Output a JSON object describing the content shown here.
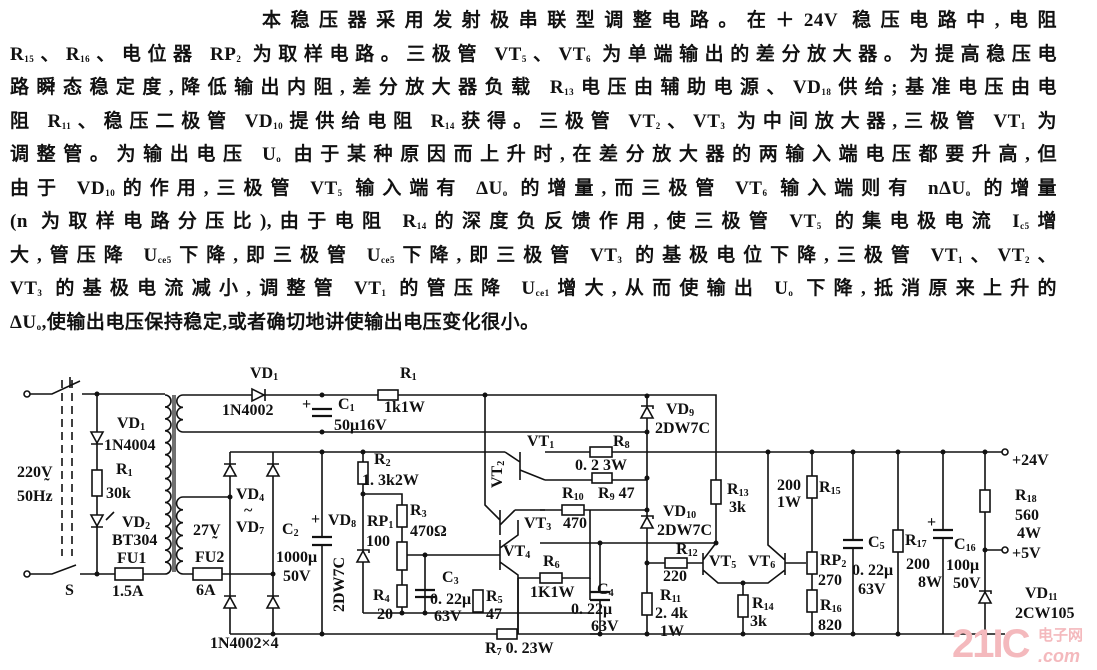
{
  "document": {
    "lines": [
      "本稳压器采用发射极串联型调整电路。在＋24V 稳压电路中,电阻",
      "R{15}、R{16}、电位器 RP{2} 为取样电路。三极管 VT{5}、VT{6} 为单端输出的差分放大器。为提高稳压电",
      "路瞬态稳定度,降低输出内阻,差分放大器负载 R{13}电压由辅助电源、VD{18}供给;基准电压由电",
      "阻 R{11}、稳压二极管 VD{10}提供给电阻 R{14}获得。三极管 VT{2}、VT{3} 为中间放大器,三极管 VT{1} 为",
      "调整管。为输出电压 U{o} 由于某种原因而上升时,在差分放大器的两输入端电压都要升高,但",
      "由于 VD{10}的作用,三极管 VT{5} 输入端有 ΔU{o} 的增量,而三极管 VT{6} 输入端则有 nΔU{o} 的增量",
      "(n 为取样电路分压比),由于电阻 R{14}的深度负反馈作用,使三极管 VT{5} 的集电极电流 I{c5}增",
      "大,管压降 U{ce5}下降,即三极管 U{ce5}下降,即三极管 VT{3} 的基极电位下降,三极管 VT{1}、VT{2}、",
      "VT{3} 的基极电流减小,调整管 VT{1} 的管压降 U{ce1}增大,从而使输出 U{o} 下降,抵消原来上升的",
      "ΔU{o},使输出电压保持稳定,或者确切地讲使输出电压变化很小。"
    ]
  },
  "circuit": {
    "labels": {
      "vd1_top": "VD{1}",
      "vd1_top_part": "1N4002",
      "r1_top": "R{1}",
      "r1_top_val": "1k1W",
      "c1": "C{1}",
      "c1_plus": "+",
      "c1_val": "50μ16V",
      "vd1_left": "VD{1}",
      "vd1_left_part": "1N4004",
      "r1_left": "R{1}",
      "r1_left_val": "30k",
      "mains_v": "220V̰",
      "mains_f": "50Hz",
      "vd2": "VD{2}",
      "vd2_part": "BT304",
      "fu1": "FU1",
      "fu1_val": "1.5A",
      "switch": "S",
      "vd4": "VD{4}",
      "tilde": "~",
      "vd7": "VD{7}",
      "sec_v": "27V̰",
      "fu2": "FU2",
      "fu2_val": "6A",
      "bridge_part": "1N4002×4",
      "c2": "C{2}",
      "c2_plus": "+",
      "c2_val1": "1000μ",
      "c2_val2": "50V",
      "vd8": "VD{8}",
      "vd8_part": "2DW7C",
      "r2": "R{2}",
      "r2_val": "1. 3k2W",
      "rp1": "RP{1}",
      "rp1_val": "100",
      "r3": "R{3}",
      "r3_val": "470Ω",
      "r4": "R{4}",
      "r4_val": "20",
      "c3": "C{3}",
      "c3_val1": "0. 22μ",
      "c3_val2": "63V",
      "r5": "R{5}",
      "r5_val": "47",
      "vt4": "VT{4}",
      "r6": "R{6}",
      "r6_val": "1K1W",
      "r7": "R{7} 0. 23W",
      "vt2": "VT{2}",
      "vt1": "VT{1}",
      "vt3": "VT{3}",
      "r8": "R{8}",
      "r8_val": "0. 2  3W",
      "r10": "R{10}",
      "r9": "R{9} 47",
      "r10_val": "470",
      "vd9": "VD{9}",
      "vd9_part": "2DW7C",
      "vd10": "VD{10}",
      "vd10_part": "2DW7C",
      "r12": "R{12}",
      "r12_val": "220",
      "r11": "R{11}",
      "r11_val1": "2. 4k",
      "r11_val2": "1W",
      "c4": "C{4}",
      "c4_val1": "0. 22μ",
      "c4_val2": "63V",
      "vt5": "VT{5}",
      "vt6": "VT{6}",
      "r13": "R{13}",
      "r13_val": "3k",
      "r14": "R{14}",
      "r14_val": "3k",
      "r15_val1": "200",
      "r15_val2": "1W",
      "r15": "R{15}",
      "rp2": "RP{2}",
      "rp2_val": "270",
      "r16": "R{16}",
      "r16_val": "820",
      "c5": "C{5}",
      "c5_val1": "0. 22μ",
      "c5_val2": "63V",
      "r17": "R{17}",
      "r17_val1": "200",
      "r17_val2": "8W",
      "c16": "C{16}",
      "c16_plus": "+",
      "c16_val1": "100μ",
      "c16_val2": "50V",
      "r18": "R{18}",
      "r18_val1": "560",
      "r18_val2": "4W",
      "out24": "+24V",
      "out5": "+5V",
      "vd11": "VD{11}",
      "vd11_part": "2CW105"
    },
    "watermark": {
      "brand": "21IC",
      "cn": "电子网",
      "domain": ".com"
    }
  }
}
